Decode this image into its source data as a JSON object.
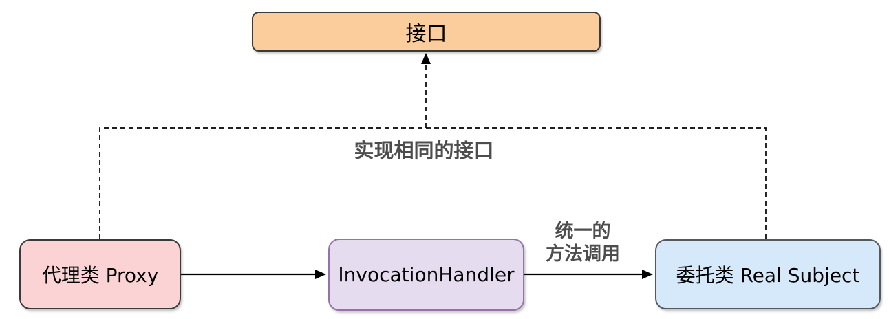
{
  "diagram": {
    "nodes": {
      "interface": {
        "label": "接口",
        "fill": "#FBCD9C",
        "border": "#3A3A38",
        "text_color": "#000000"
      },
      "proxy": {
        "label": "代理类 Proxy",
        "fill": "#FBD3D5",
        "border": "#3A3A38",
        "text_color": "#000000"
      },
      "invocation_handler": {
        "label": "InvocationHandler",
        "fill": "#E6DCEF",
        "border": "#9673A6",
        "text_color": "#000000"
      },
      "real_subject": {
        "label": "委托类 Real Subject",
        "fill": "#D6E9FB",
        "border": "#55585C",
        "text_color": "#000000"
      }
    },
    "edges": {
      "implements": {
        "label": "实现相同的接口",
        "style": "dashed",
        "from": [
          "proxy",
          "real_subject"
        ],
        "to": "interface"
      },
      "proxy_to_handler": {
        "style": "solid",
        "from": "proxy",
        "to": "invocation_handler"
      },
      "handler_to_real": {
        "label_line1": "统一的",
        "label_line2": "方法调用",
        "style": "solid",
        "from": "invocation_handler",
        "to": "real_subject"
      }
    },
    "colors": {
      "edge_label_text": "#4D4D4D",
      "line": "#000000",
      "background": "#FFFFFF"
    }
  }
}
